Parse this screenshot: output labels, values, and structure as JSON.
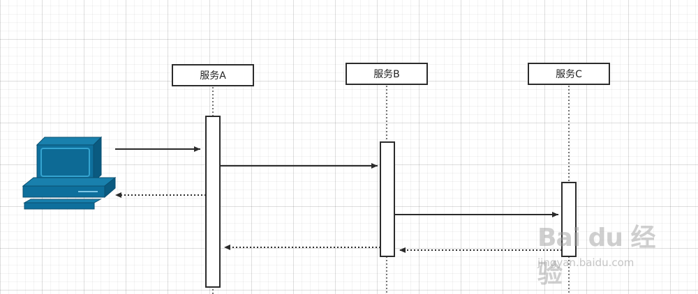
{
  "participants": {
    "a": "服务A",
    "b": "服务B",
    "c": "服务C"
  },
  "actor_icon": "computer-icon",
  "colors": {
    "line": "#2b2b2b",
    "computer": "#0e6f9c",
    "computer_screen": "#35a4d0"
  },
  "watermark": {
    "brand": "Bai du 经验",
    "url": "jingyan.baidu.com"
  }
}
